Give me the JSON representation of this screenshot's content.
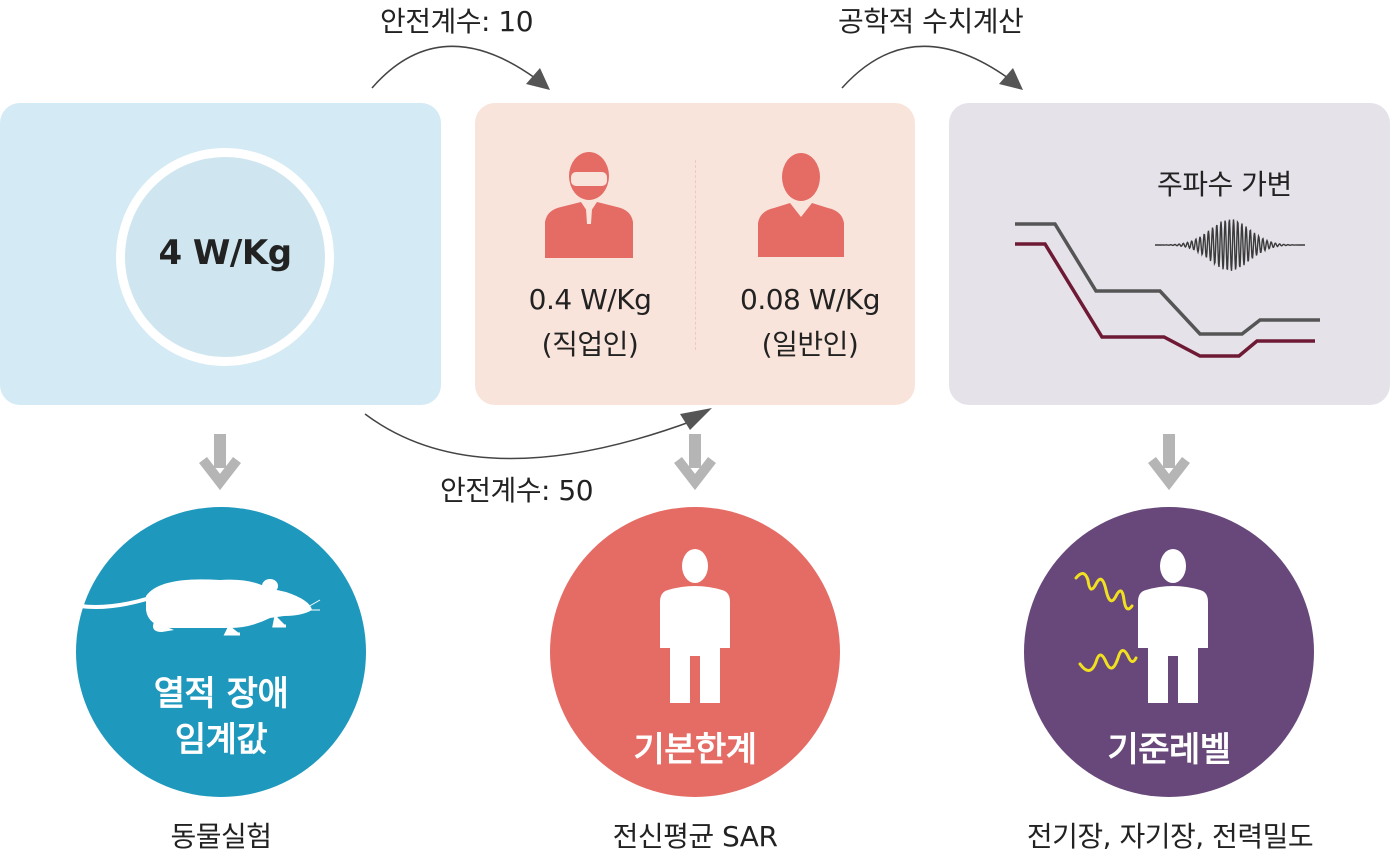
{
  "top_labels": {
    "safety_factor_10": "안전계수: 10",
    "engineering_calc": "공학적 수치계산",
    "safety_factor_50": "안전계수: 50"
  },
  "panel_left": {
    "value": "4 W/Kg"
  },
  "panel_mid": {
    "worker_value": "0.4 W/Kg",
    "worker_label": "(직업인)",
    "public_value": "0.08 W/Kg",
    "public_label": "(일반인)"
  },
  "panel_right": {
    "title": "주파수 가변"
  },
  "bottom": [
    {
      "line1": "열적 장애",
      "line2": "임계값",
      "caption": "동물실험"
    },
    {
      "line1": "기본한계",
      "caption": "전신평균 SAR"
    },
    {
      "line1": "기준레벨",
      "caption": "전기장, 자기장, 전력밀도"
    }
  ],
  "colors": {
    "panel_left_bg": "#d4eaf4",
    "panel_mid_bg": "#f9e4dc",
    "panel_right_bg": "#e6e2ea",
    "accent_blue": "#1f98bd",
    "accent_red": "#e56b65",
    "accent_purple": "#68487a",
    "arrow_gray": "#b5b5b5"
  }
}
